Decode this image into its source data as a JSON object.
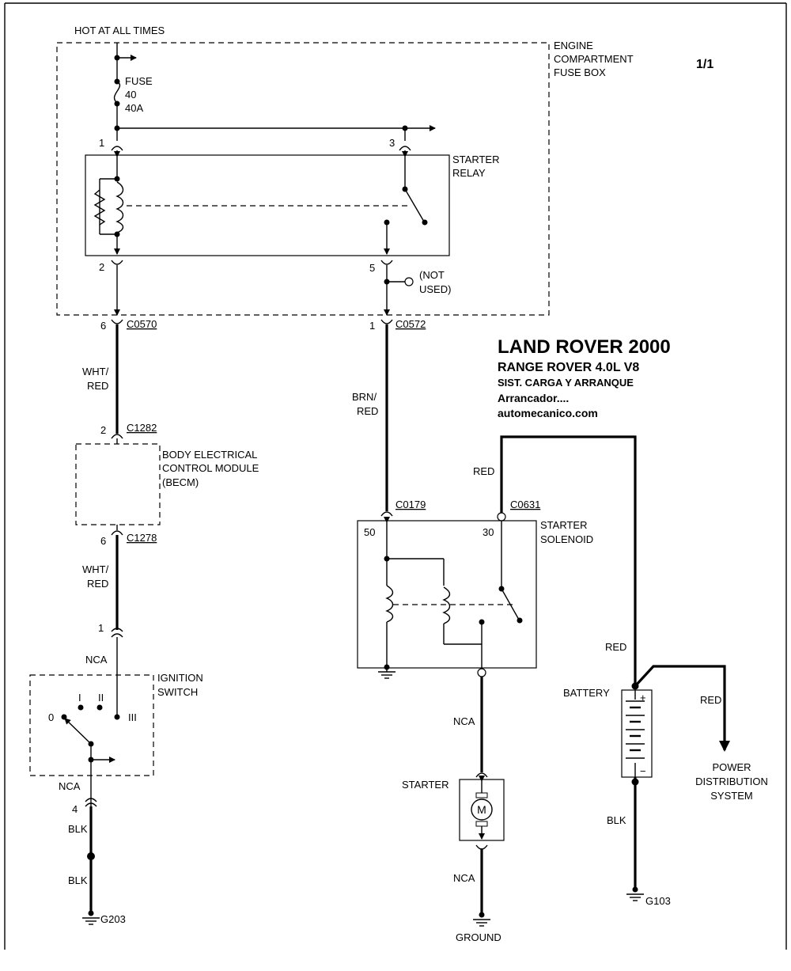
{
  "page_label": "1/1",
  "title": {
    "main": "LAND ROVER 2000",
    "model": "RANGE ROVER  4.0L  V8",
    "system": "SIST. CARGA Y ARRANQUE",
    "section": "Arrancador....",
    "site": "automecanico.com"
  },
  "power": {
    "hot": "HOT AT ALL TIMES"
  },
  "fuse": {
    "name": "FUSE",
    "number": "40",
    "rating": "40A"
  },
  "fuse_box": {
    "line1": "ENGINE",
    "line2": "COMPARTMENT",
    "line3": "FUSE BOX"
  },
  "relay": {
    "line1": "STARTER",
    "line2": "RELAY",
    "pin1": "1",
    "pin2": "2",
    "pin3": "3",
    "pin5": "5",
    "not_used1": "(NOT",
    "not_used2": "USED)"
  },
  "connectors": {
    "c0570": {
      "pin": "6",
      "name": "C0570"
    },
    "c0572": {
      "pin": "1",
      "name": "C0572"
    },
    "c1282": {
      "pin": "2",
      "name": "C1282"
    },
    "c1278": {
      "pin": "6",
      "name": "C1278"
    },
    "c0179": {
      "name": "C0179"
    },
    "c0631": {
      "name": "C0631"
    },
    "ign_pin1": "1",
    "ign_pin4": "4"
  },
  "wires": {
    "wht_red_1a": "WHT/",
    "wht_red_1b": "RED",
    "wht_red_2a": "WHT/",
    "wht_red_2b": "RED",
    "brn_red_a": "BRN/",
    "brn_red_b": "RED",
    "nca_1": "NCA",
    "nca_2": "NCA",
    "nca_3": "NCA",
    "nca_4": "NCA",
    "blk_1": "BLK",
    "blk_2": "BLK",
    "blk_3": "BLK",
    "red_1": "RED",
    "red_2": "RED",
    "red_3": "RED"
  },
  "becm": {
    "line1": "BODY ELECTRICAL",
    "line2": "CONTROL MODULE",
    "line3": "(BECM)"
  },
  "ignition": {
    "line1": "IGNITION",
    "line2": "SWITCH",
    "pos0": "0",
    "posI": "I",
    "posII": "II",
    "posIII": "III"
  },
  "solenoid": {
    "line1": "STARTER",
    "line2": "SOLENOID",
    "t50": "50",
    "t30": "30"
  },
  "starter": {
    "label": "STARTER",
    "motor": "M"
  },
  "battery": {
    "label": "BATTERY",
    "plus": "+",
    "minus": "−"
  },
  "pds": {
    "line1": "POWER",
    "line2": "DISTRIBUTION",
    "line3": "SYSTEM"
  },
  "grounds": {
    "g203": "G203",
    "g103": "G103",
    "ground": "GROUND"
  }
}
